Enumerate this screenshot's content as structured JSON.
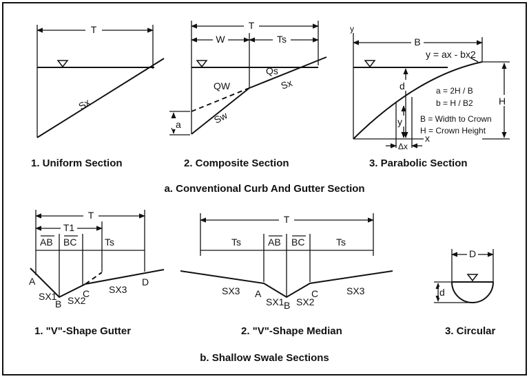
{
  "figure": {
    "a": {
      "caption": "a. Conventional Curb And Gutter Section",
      "uniform": {
        "caption": "1. Uniform Section",
        "T": "T",
        "Sx": "Sx"
      },
      "composite": {
        "caption": "2. Composite Section",
        "T": "T",
        "W": "W",
        "Ts": "Ts",
        "Qw": "QW",
        "Qs": "Qs",
        "Sx": "Sx",
        "Sw": "Sw",
        "a": "a"
      },
      "parabolic": {
        "caption": "3. Parabolic Section",
        "y_axis": "y",
        "x_axis": "x",
        "B": "B",
        "eq": "y  =  ax - bx2",
        "d": "d",
        "y": "y",
        "H": "H",
        "dx": "Δx",
        "def_a": "a  =  2H / B",
        "def_b": "b  =  H / B2",
        "def_B": "B  =  Width to Crown",
        "def_H": "H  =  Crown Height"
      }
    },
    "b": {
      "caption": "b. Shallow Swale Sections",
      "v_gutter": {
        "caption": "1. \"V\"-Shape Gutter",
        "T": "T",
        "T1": "T1",
        "AB": "AB",
        "BC": "BC",
        "Ts": "Ts",
        "A": "A",
        "B": "B",
        "C": "C",
        "D": "D",
        "Sx1": "SX1",
        "Sx2": "SX2",
        "Sx3": "SX3"
      },
      "v_median": {
        "caption": "2. \"V\"-Shape Median",
        "T": "T",
        "Ts_left": "Ts",
        "AB": "AB",
        "BC": "BC",
        "Ts_right": "Ts",
        "A": "A",
        "B": "B",
        "C": "C",
        "Sx3_left": "SX3",
        "Sx1": "SX1",
        "Sx2": "SX2",
        "Sx3_right": "SX3"
      },
      "circular": {
        "caption": "3. Circular",
        "D": "D",
        "d": "d"
      }
    }
  }
}
